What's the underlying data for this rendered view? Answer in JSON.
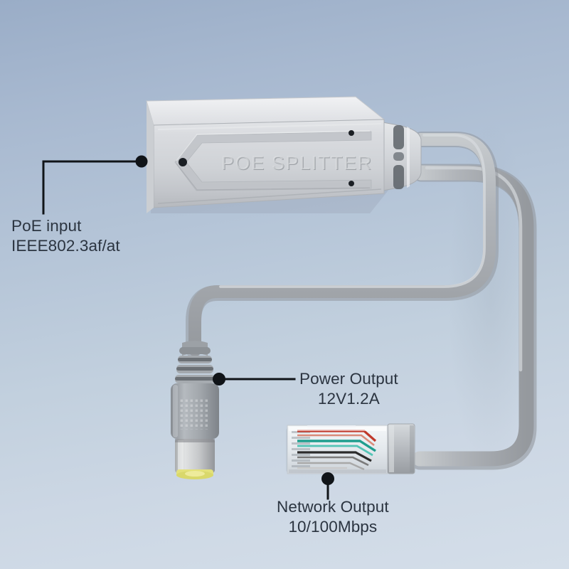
{
  "image": {
    "kind": "product-photo",
    "subject": "PoE Splitter with DC power output and RJ45 network output",
    "background_top_color": "#9aadc7",
    "background_bottom_color": "#d4dee9",
    "label_text_color": "#2b3440",
    "leader_line_color": "#101418"
  },
  "device": {
    "body_text": "POE SPLITTER",
    "body_color": "#d8dade",
    "body_shadow_color": "#9ea3aa",
    "cable_color": "#a9aeb3"
  },
  "annotations": [
    {
      "id": "poe-input",
      "line1": "PoE input",
      "line2": "IEEE802.3af/at",
      "leader": "L-shaped elbow pointing right to the splitter body left edge"
    },
    {
      "id": "power-output",
      "line1": "Power Output",
      "line2": "12V1.2A",
      "leader": "horizontal line pointing left to the DC barrel plug"
    },
    {
      "id": "network-output",
      "line1": "Network Output",
      "line2": "10/100Mbps",
      "leader": "vertical line pointing up to the RJ45 plug"
    }
  ],
  "connectors": {
    "dc_plug": {
      "name": "DC barrel plug",
      "barrel_color": "#c9cbcd",
      "tip_ring_color": "#e2e06a",
      "grip_color": "#9fa4a9"
    },
    "rj45_plug": {
      "name": "RJ45 Ethernet plug",
      "housing_color": "#e9edf0",
      "boot_color": "#b7bcc1",
      "wire_colors": [
        "#c0392b",
        "#d7603f",
        "#1f9e8e",
        "#3ec6b4",
        "#2b2b2b",
        "#6f6f6f",
        "#8a8a8a",
        "#bdbdbd"
      ]
    }
  }
}
